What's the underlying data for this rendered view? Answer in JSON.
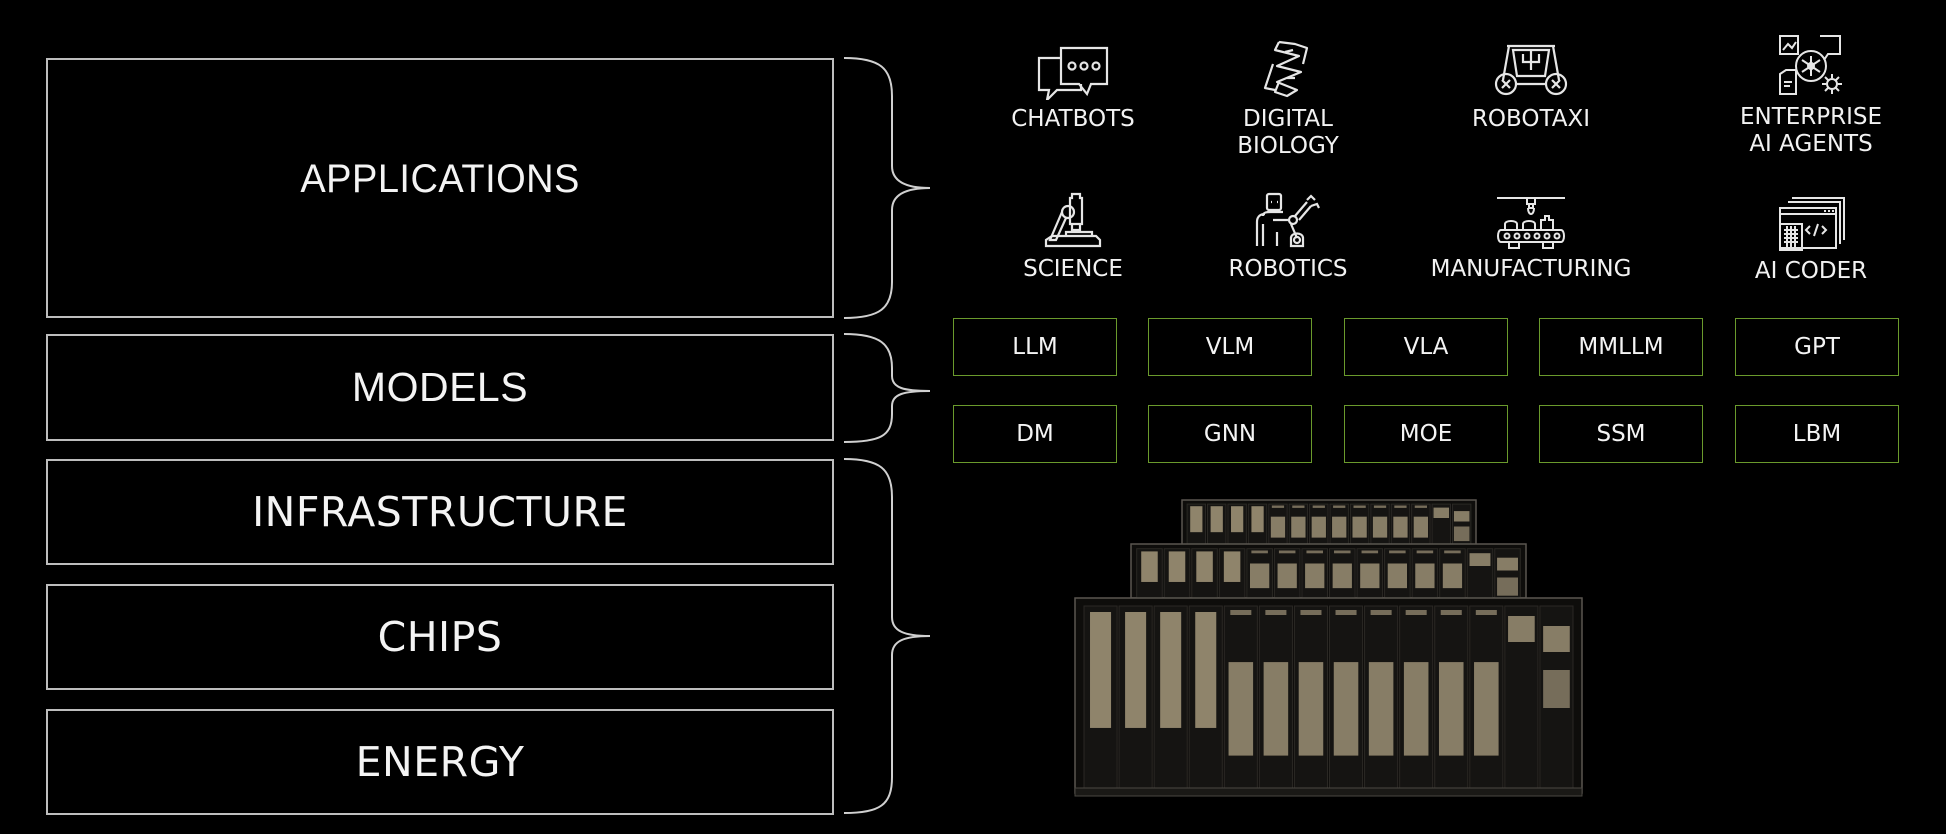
{
  "layers": [
    {
      "id": "applications",
      "label": "APPLICATIONS"
    },
    {
      "id": "models",
      "label": "MODELS"
    },
    {
      "id": "infrastructure",
      "label": "INFRASTRUCTURE"
    },
    {
      "id": "chips",
      "label": "CHIPS"
    },
    {
      "id": "energy",
      "label": "ENERGY"
    }
  ],
  "applications": [
    {
      "label": "CHATBOTS",
      "icon": "chat-bubbles-icon"
    },
    {
      "label": "DIGITAL\nBIOLOGY",
      "icon": "dna-helix-icon"
    },
    {
      "label": "ROBOTAXI",
      "icon": "robotaxi-icon"
    },
    {
      "label": "ENTERPRISE\nAI AGENTS",
      "icon": "enterprise-agent-icon"
    },
    {
      "label": "SCIENCE",
      "icon": "microscope-icon"
    },
    {
      "label": "ROBOTICS",
      "icon": "robot-arm-icon"
    },
    {
      "label": "MANUFACTURING",
      "icon": "conveyor-belt-icon"
    },
    {
      "label": "AI CODER",
      "icon": "code-window-icon"
    }
  ],
  "models": [
    "LLM",
    "VLM",
    "VLA",
    "MMLLM",
    "GPT",
    "DM",
    "GNN",
    "MOE",
    "SSM",
    "LBM"
  ],
  "infrastructure_image": {
    "icon": "server-racks-image",
    "rows": 3
  },
  "colors": {
    "background": "#000000",
    "layer_border": "#bdbdbd",
    "model_border": "#6a9a2c",
    "text": "#f2f2f2",
    "rack_accent": "#b8a98a"
  }
}
